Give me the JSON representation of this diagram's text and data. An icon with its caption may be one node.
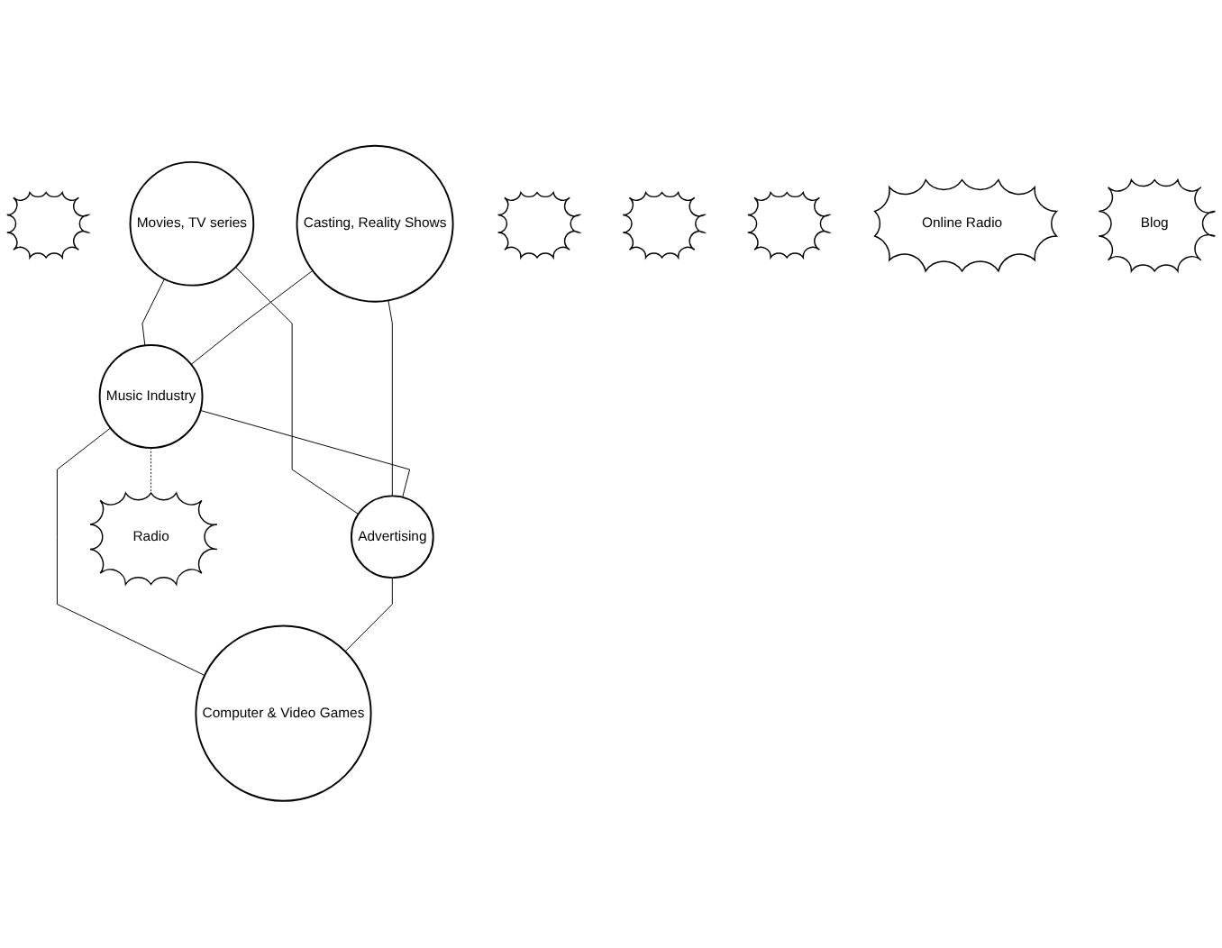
{
  "diagram": {
    "nodes": [
      {
        "text": [],
        "shape": "star"
      },
      {
        "text": [
          "Movies, TV series"
        ]
      },
      {
        "text": [
          "Casting, Reality Shows"
        ]
      },
      {
        "text": [],
        "shape": "star"
      },
      {
        "text": [
          "Music Industry"
        ]
      },
      {
        "text": [
          "Advertising"
        ]
      },
      {
        "text": [],
        "shape": "star"
      },
      {
        "text": [],
        "shape": "star"
      },
      {
        "text": [
          "Online Radio"
        ]
      },
      {
        "text": [
          "Computer & Video Games"
        ]
      },
      {
        "text": [
          "Radio"
        ]
      },
      {
        "text": [
          "Blog"
        ]
      }
    ],
    "edges": [
      {
        "from": 1,
        "to": 4,
        "arrow": "none"
      },
      {
        "from": 1,
        "to": 5,
        "arrow": "none"
      },
      {
        "from": 2,
        "to": 4,
        "arrow": "none"
      },
      {
        "from": 2,
        "to": 5,
        "arrow": "none"
      },
      {
        "from": 4,
        "to": 5,
        "arrow": "none"
      },
      {
        "from": 4,
        "to": 9,
        "arrow": "none"
      },
      {
        "from": 5,
        "to": 9,
        "arrow": "none"
      },
      {
        "from": 4,
        "to": 10,
        "arrow": "none",
        "style": "dashed"
      }
    ]
  }
}
